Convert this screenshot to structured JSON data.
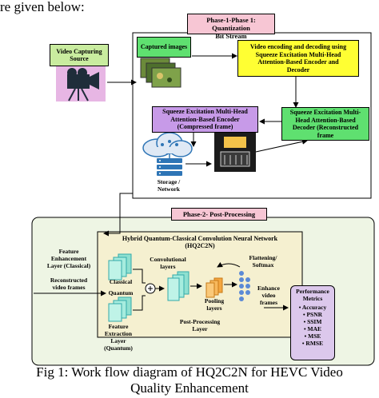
{
  "intro_text": "re given below:",
  "phase1": {
    "title_line1": "Phase-1-Phase 1: Quantization",
    "title_line2": "Bit Stream",
    "video_source_line1": "Video Capturing",
    "video_source_line2": "Source",
    "captured_images": "Captured images",
    "encode_decode_line1": "Video encoding and decoding using",
    "encode_decode_line2": "Squeeze Excitation Multi-Head",
    "encode_decode_line3": "Attention-Based Encoder and",
    "encode_decode_line4": "Decoder",
    "encoder_line1": "Squeeze Excitation Multi-Head",
    "encoder_line2": "Attention-Based Encoder",
    "encoder_line3": "(Compressed frame)",
    "decoder_line1": "Squeeze Excitation Multi-",
    "decoder_line2": "Head Attention-Based",
    "decoder_line3": "Decoder (Reconstructed",
    "decoder_line4": "frame",
    "storage_line1": "Storage /",
    "storage_line2": "Network"
  },
  "phase2": {
    "title": "Phase-2- Post-Processing",
    "hybrid_line1": "Hybrid Quantum-Classical Convolution Neural Network",
    "hybrid_line2": "(HQ2C2N)",
    "feature_enh_line1": "Feature",
    "feature_enh_line2": "Enhancement",
    "feature_enh_line3": "Layer (Classical)",
    "reconstructed_line1": "Reconstructed",
    "reconstructed_line2": "video frames",
    "classical": "Classical",
    "quantum": "Quantum",
    "feature_ext_line1": "Feature",
    "feature_ext_line2": "Extraction",
    "feature_ext_line3": "Layer",
    "feature_ext_line4": "(Quantum)",
    "conv_line1": "Convolutional",
    "conv_line2": "layers",
    "pooling_line1": "Pooling",
    "pooling_line2": "layers",
    "flatten_line1": "Flattening/",
    "flatten_line2": "Softmax",
    "enhance_line1": "Enhance",
    "enhance_line2": "video",
    "enhance_line3": "frames",
    "post_line1": "Post-Processing",
    "post_line2": "Layer"
  },
  "metrics": {
    "title_line1": "Performance",
    "title_line2": "Metrics",
    "items": [
      "Accuracy",
      "PSNR",
      "SSIM",
      "MAE",
      "MSE",
      "RMSE"
    ]
  },
  "caption_line1": "Fig 1: Work flow diagram of HQ2C2N for HEVC Video",
  "caption_line2": "Quality Enhancement",
  "colors": {
    "phase_title_fill": "#f7c6d4",
    "phase2_fill": "#eef5e4",
    "source_fill": "#c9ec9f",
    "green_fill": "#5fe070",
    "yellow_fill": "#ffff33",
    "purple_fill": "#c79ae8",
    "metrics_fill": "#dcc8ec",
    "hybrid_fill": "#f5f0d0",
    "storage_blue": "#2e75b6"
  }
}
